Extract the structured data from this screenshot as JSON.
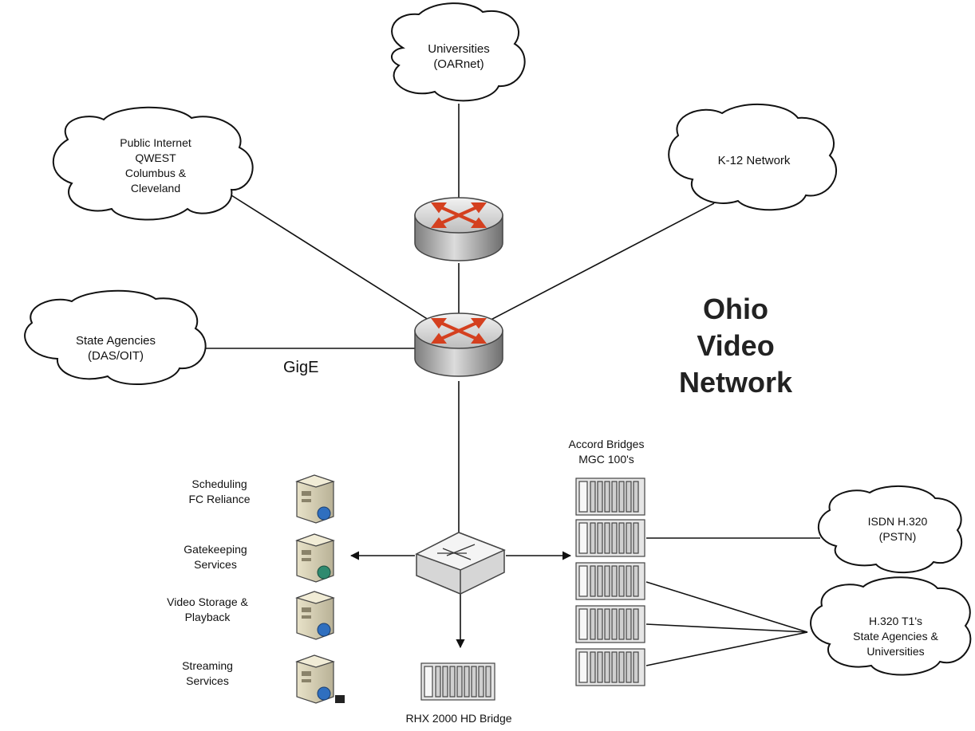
{
  "title": {
    "line1": "Ohio",
    "line2": "Video",
    "line3": "Network"
  },
  "clouds": {
    "universities": "Universities\n(OARnet)",
    "public_internet": "Public Internet\nQWEST\nColumbus  &\nCleveland",
    "k12": "K-12 Network",
    "state_agencies": "State Agencies\n(DAS/OIT)",
    "isdn": "ISDN H.320\n(PSTN)",
    "h320": "H.320 T1's\nState Agencies  &\nUniversities"
  },
  "link_label": "GigE",
  "bridges": {
    "label": "Accord Bridges\nMGC 100's"
  },
  "hd_bridge": {
    "label": "RHX 2000 HD Bridge"
  },
  "servers": [
    {
      "label": "Scheduling\nFC Reliance"
    },
    {
      "label": "Gatekeeping\nServices"
    },
    {
      "label": "Video Storage  &\nPlayback"
    },
    {
      "label": "Streaming\nServices"
    }
  ],
  "colors": {
    "line": "#111111",
    "arrow": "#d4401f",
    "router_top": "#d8d8d8",
    "router_side": "#9a9a9a"
  },
  "icons": {
    "router": "router-icon",
    "switch": "switch-icon",
    "server": "server-icon",
    "rack": "rack-icon",
    "cloud": "cloud-icon"
  }
}
